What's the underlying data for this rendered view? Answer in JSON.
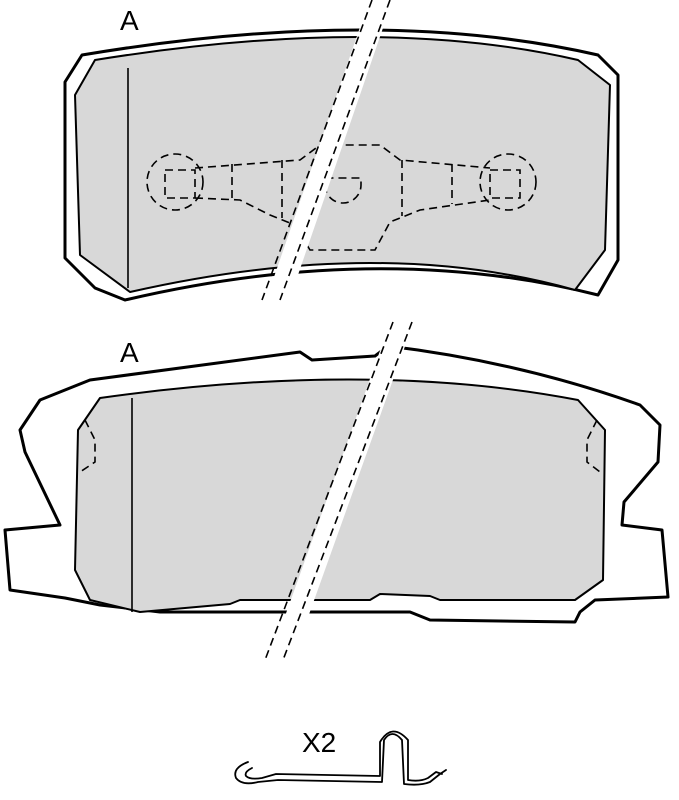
{
  "colors": {
    "pad_fill": "#d8d8d8",
    "line": "#000000",
    "background": "#ffffff"
  },
  "top_pad": {
    "marker_label": "A"
  },
  "bottom_pad": {
    "marker_label": "A"
  },
  "clip": {
    "quantity_label": "X2"
  }
}
